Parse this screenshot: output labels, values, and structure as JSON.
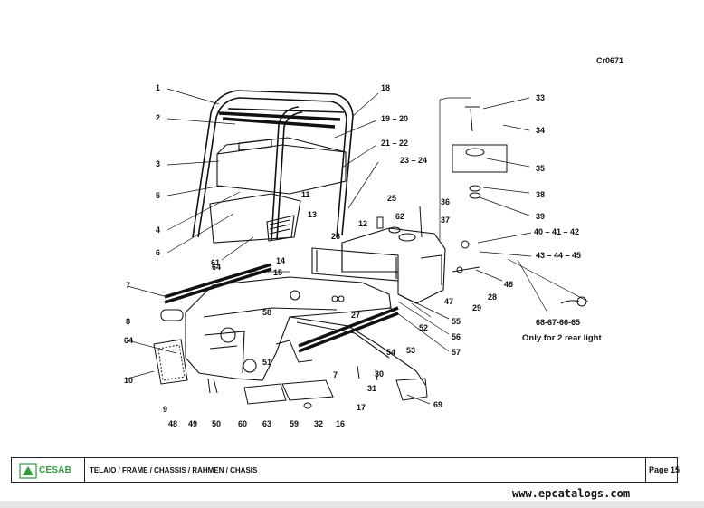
{
  "drawing_code": "Cr0671",
  "note": "Only for 2 rear light",
  "callouts": [
    "1",
    "2",
    "3",
    "5",
    "4",
    "6",
    "61",
    "64",
    "7",
    "8",
    "64",
    "10",
    "9",
    "48",
    "49",
    "50",
    "60",
    "63",
    "59",
    "32",
    "16",
    "17",
    "18",
    "19 – 20",
    "21 – 22",
    "23 – 24",
    "11",
    "13",
    "12",
    "25",
    "62",
    "36",
    "37",
    "26",
    "14",
    "15",
    "58",
    "27",
    "52",
    "53",
    "54",
    "51",
    "7",
    "30",
    "31",
    "33",
    "34",
    "35",
    "38",
    "39",
    "40 – 41 – 42",
    "43 – 44 – 45",
    "46",
    "28",
    "29",
    "47",
    "55",
    "56",
    "57",
    "68-67-66-65",
    "69"
  ],
  "footer": {
    "logo_text": "CESAB",
    "title": "TELAIO / FRAME / CHASSIS / RAHMEN / CHASIS",
    "page": "Page 15"
  },
  "website": "www.epcatalogs.com",
  "colors": {
    "logo_green": "#2e9d3a",
    "line": "#111111"
  }
}
